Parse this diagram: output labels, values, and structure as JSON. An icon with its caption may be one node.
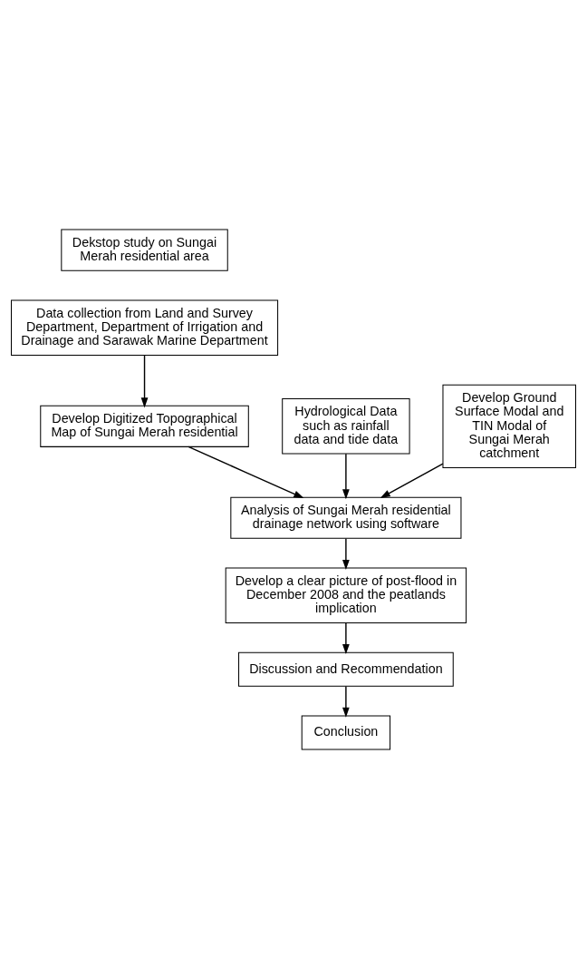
{
  "diagram": {
    "nodes": [
      {
        "text": [
          "Dekstop study on Sungai Merah residential area"
        ]
      },
      {
        "text": [
          "Data collection from Land and Survey Department, Department of Irrigation and Drainage and Sarawak Marine Department"
        ]
      },
      {
        "text": [
          "Develop Digitized Topographical Map of Sungai Merah residential"
        ]
      },
      {
        "text": [
          "Hydrological Data such as rainfall data and tide data"
        ]
      },
      {
        "text": [
          "Develop Ground Surface Modal and TIN Modal of Sungai Merah catchment"
        ]
      },
      {
        "text": [
          "Analysis of Sungai Merah residential drainage network using software"
        ]
      },
      {
        "text": [
          "Develop a clear picture of post-flood in December 2008 and the peatlands implication"
        ]
      },
      {
        "text": [
          "Discussion and Recommendation"
        ]
      },
      {
        "text": [
          "Conclusion"
        ]
      }
    ],
    "edges": [
      {
        "from": 1,
        "to": 2,
        "arrow": "to"
      },
      {
        "from": 2,
        "to": 5,
        "arrow": "to"
      },
      {
        "from": 4,
        "to": 5,
        "arrow": "to"
      },
      {
        "from": 3,
        "to": 5,
        "arrow": "to"
      },
      {
        "from": 5,
        "to": 6,
        "arrow": "to"
      },
      {
        "from": 6,
        "to": 7,
        "arrow": "to"
      },
      {
        "from": 7,
        "to": 8,
        "arrow": "to"
      }
    ]
  }
}
